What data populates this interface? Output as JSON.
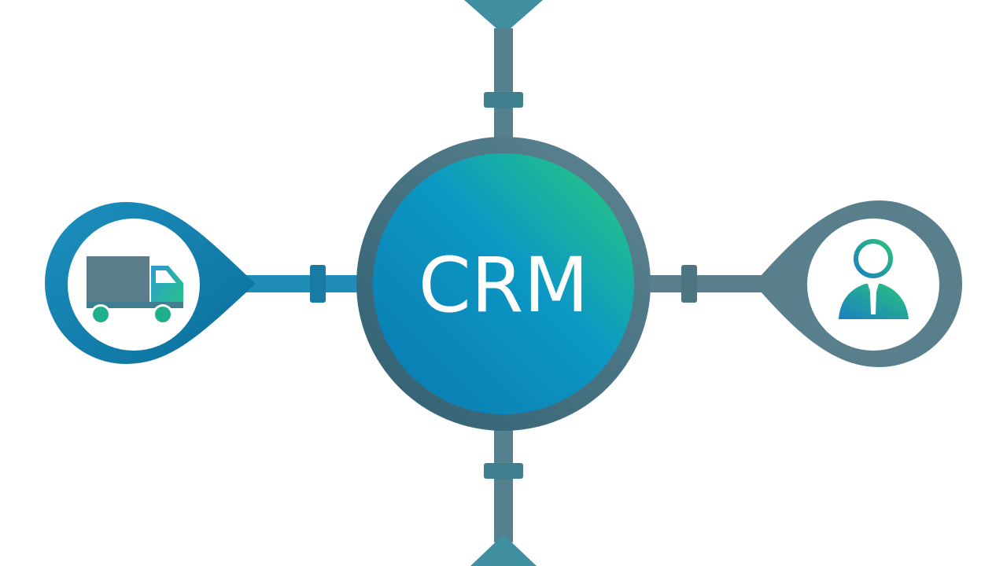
{
  "diagram": {
    "hub": {
      "label": "CRM",
      "icon": "crm-hub"
    },
    "nodes": [
      {
        "icon": "truck-icon",
        "meaning": "delivery"
      },
      {
        "icon": "user-icon",
        "meaning": "customer"
      }
    ],
    "colors": {
      "connector": "#5a7f8c",
      "accent_blue": "#0f91c0",
      "accent_green": "#25c485",
      "truck_body": "#5b7d8a",
      "white": "#ffffff"
    }
  }
}
